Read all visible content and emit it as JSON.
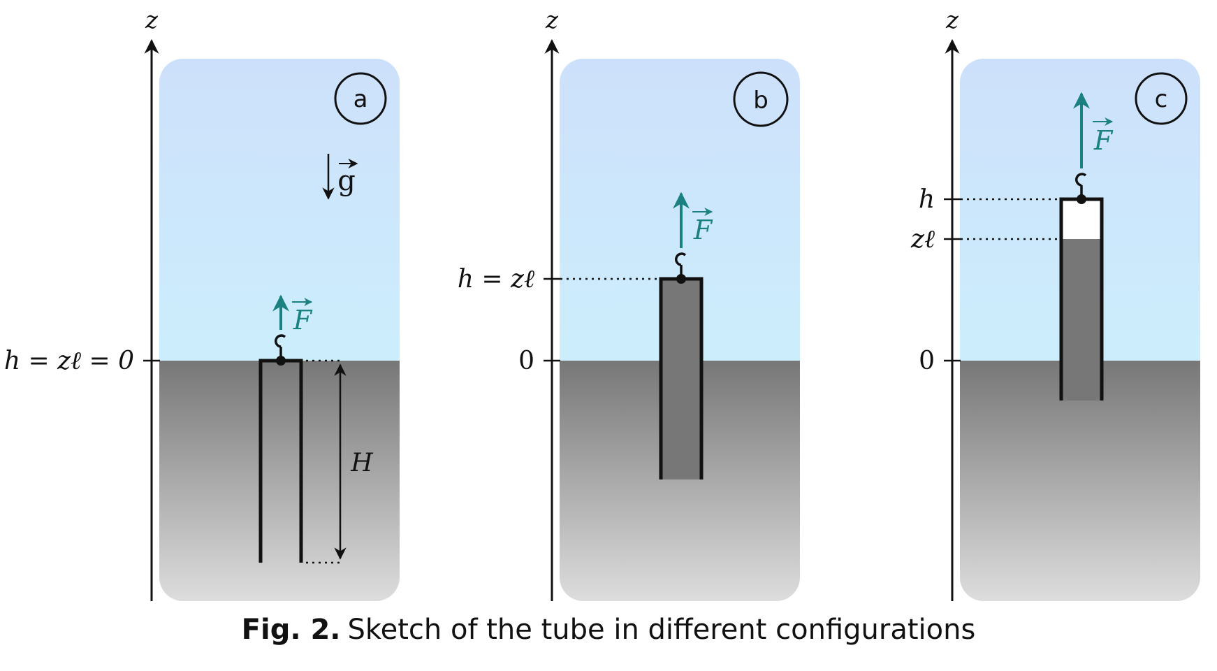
{
  "figure": {
    "caption_label": "Fig. 2.",
    "caption_text": "Sketch of the tube in different configurations",
    "colors": {
      "sky_top": "#cde0fb",
      "sky_bottom": "#cceefc",
      "liquid_top": "#777777",
      "liquid_bottom": "#dddddd",
      "force": "#1a8080",
      "ink": "#111111"
    },
    "panels": [
      {
        "id": "a",
        "axis_label": "z",
        "label_zero": "h = zℓ = 0",
        "force_label": "F",
        "gravity_label": "g",
        "depth_label": "H"
      },
      {
        "id": "b",
        "axis_label": "z",
        "label_zero": "0",
        "label_top": "h = zℓ",
        "force_label": "F"
      },
      {
        "id": "c",
        "axis_label": "z",
        "label_zero": "0",
        "label_h": "h",
        "label_zl": "zℓ",
        "force_label": "F"
      }
    ]
  }
}
